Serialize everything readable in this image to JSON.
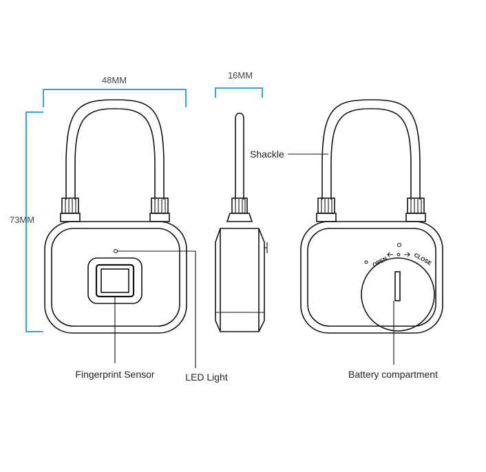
{
  "dimensions": {
    "width_label": "48MM",
    "depth_label": "16MM",
    "height_label": "73MM",
    "dimension_line_color": "#2ea7d8"
  },
  "labels": {
    "shackle": "Shackle",
    "fingerprint_sensor": "Fingerprint Sensor",
    "led_light": "LED Light",
    "battery_compartment": "Battery compartment"
  },
  "battery_cover": {
    "open_text": "OPEN",
    "close_text": "CLOSE"
  },
  "line_color": "#111111"
}
